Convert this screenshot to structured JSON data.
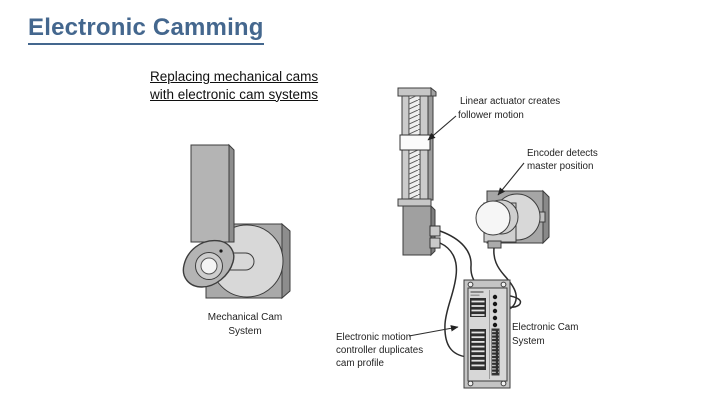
{
  "slide": {
    "title": "Electronic Camming",
    "subtitle": {
      "line1": "Replacing mechanical cams",
      "line2": "with electronic cam systems"
    }
  },
  "diagram": {
    "mechanical_label": {
      "line1": "Mechanical Cam",
      "line2": "System"
    },
    "electronic_label": {
      "line1": "Electronic Cam",
      "line2": "System"
    },
    "annotations": {
      "linear_actuator": {
        "line1": "Linear actuator creates",
        "line2": "follower motion"
      },
      "encoder": {
        "line1": "Encoder detects",
        "line2": "master position"
      },
      "controller": {
        "line1": "Electronic motion",
        "line2": "controller duplicates",
        "line3": "cam profile"
      }
    }
  },
  "colors": {
    "title_blue": "#44678e",
    "outline": "#3d3d3d",
    "light_gray": "#d8d8d8",
    "mid_gray": "#b0b0b0",
    "dark_gray": "#8c8c8c",
    "terminal_dark": "#2f2f2f",
    "background": "#ffffff"
  }
}
